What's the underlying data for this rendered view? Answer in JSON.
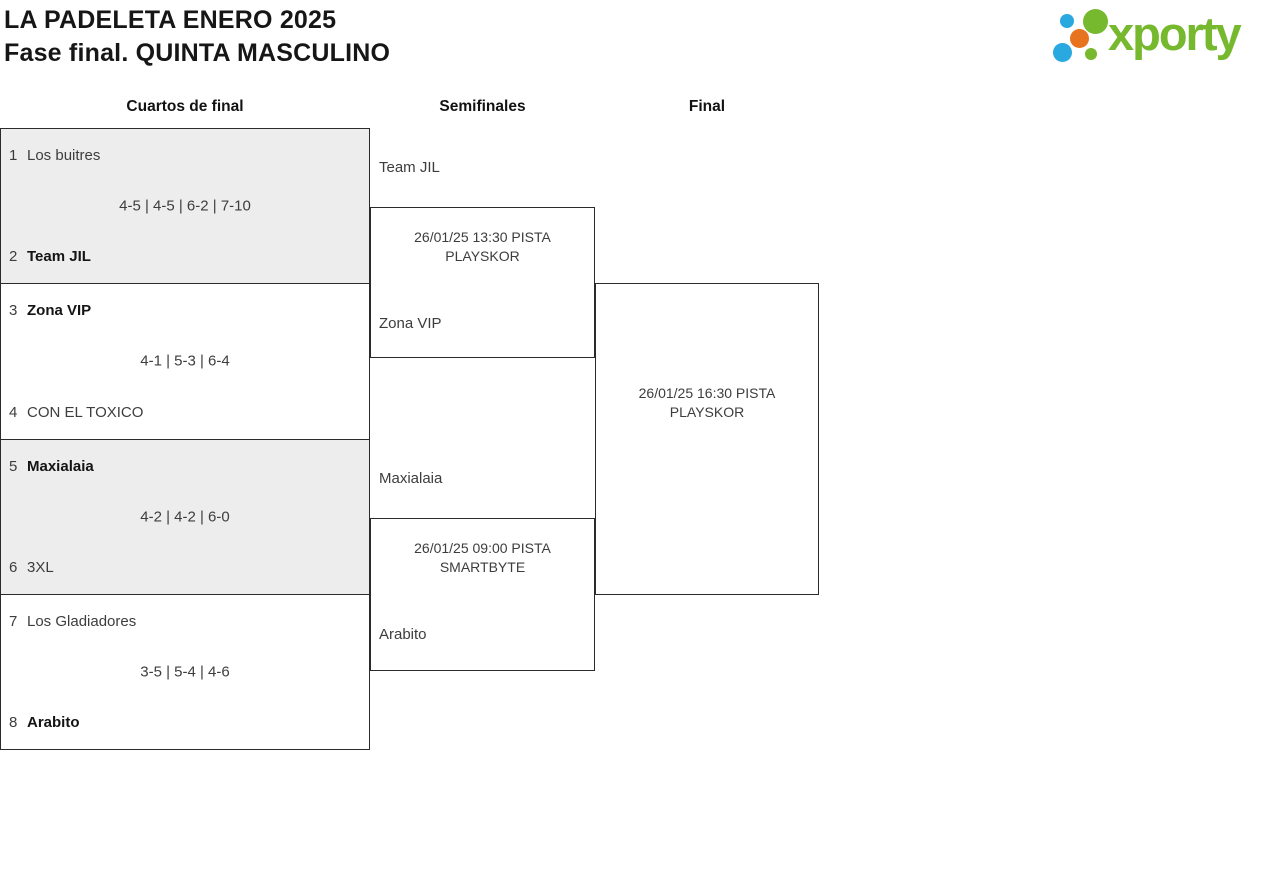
{
  "header": {
    "title_line1": "LA PADELETA ENERO 2025",
    "title_line2": "Fase final. QUINTA MASCULINO"
  },
  "logo": {
    "text": "xporty",
    "colors": {
      "green": "#76b82e",
      "blue": "#29a9e0",
      "orange": "#e8731f"
    }
  },
  "columns": {
    "quarterfinals": "Cuartos de final",
    "semifinals": "Semifinales",
    "final": "Final"
  },
  "colors": {
    "box_gray": "#ededed",
    "border": "#2b2b2b",
    "text": "#3d3d3d"
  },
  "quarterfinals": [
    {
      "top": {
        "seed": "1",
        "name": "Los buitres",
        "winner": false
      },
      "score": "4-5 | 4-5 | 6-2 | 7-10",
      "bottom": {
        "seed": "2",
        "name": "Team JIL",
        "winner": true
      }
    },
    {
      "top": {
        "seed": "3",
        "name": "Zona VIP",
        "winner": true
      },
      "score": "4-1 | 5-3 | 6-4",
      "bottom": {
        "seed": "4",
        "name": "CON EL TOXICO",
        "winner": false
      }
    },
    {
      "top": {
        "seed": "5",
        "name": "Maxialaia",
        "winner": true
      },
      "score": "4-2 | 4-2 | 6-0",
      "bottom": {
        "seed": "6",
        "name": "3XL",
        "winner": false
      }
    },
    {
      "top": {
        "seed": "7",
        "name": "Los Gladiadores",
        "winner": false
      },
      "score": "3-5 | 5-4 | 4-6",
      "bottom": {
        "seed": "8",
        "name": "Arabito",
        "winner": true
      }
    }
  ],
  "semifinals": [
    {
      "top_name": "Team JIL",
      "bottom_name": "Zona VIP",
      "info_lines": [
        "26/01/25 13:30 PISTA",
        "PLAYSKOR"
      ]
    },
    {
      "top_name": "Maxialaia",
      "bottom_name": "Arabito",
      "info_lines": [
        "26/01/25 09:00 PISTA",
        "SMARTBYTE"
      ]
    }
  ],
  "final": {
    "info_lines": [
      "26/01/25 16:30 PISTA",
      "PLAYSKOR"
    ]
  }
}
